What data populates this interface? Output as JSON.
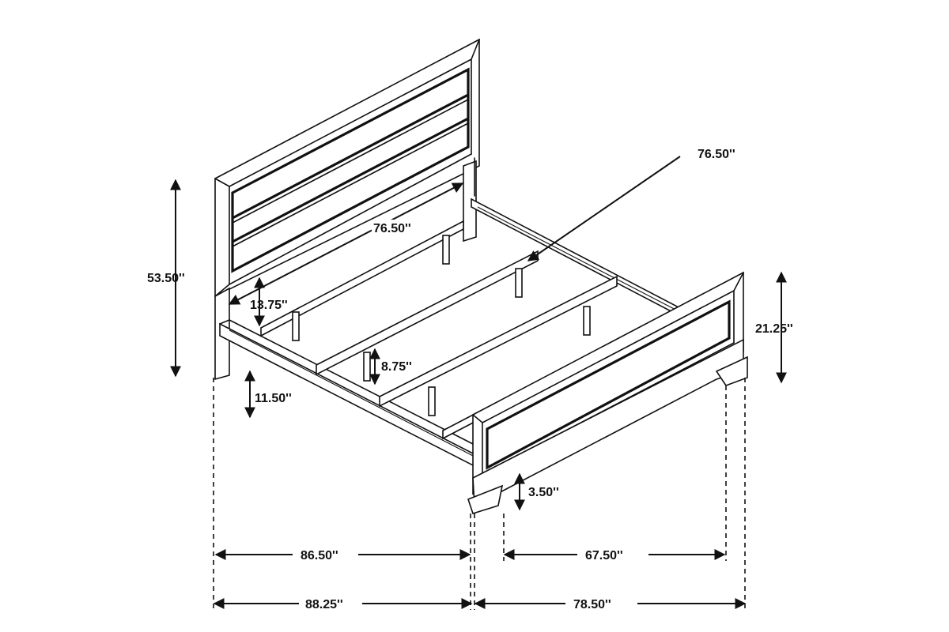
{
  "dimensions": {
    "headboard_height": "53.50''",
    "headboard_inner_width": "76.50''",
    "side_rail_clearance": "13.75''",
    "under_bed_clearance": "11.50''",
    "slat_support_height": "8.75''",
    "footboard_height": "21.25''",
    "footboard_leg": "3.50''",
    "inner_length": "86.50''",
    "inner_width": "67.50''",
    "overall_length": "88.25''",
    "overall_width": "78.50''",
    "callout_width": "76.50''"
  }
}
